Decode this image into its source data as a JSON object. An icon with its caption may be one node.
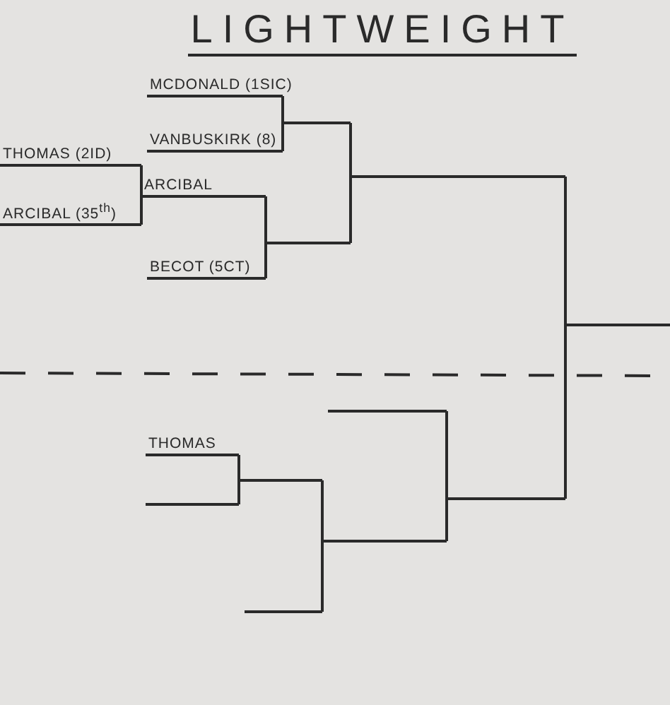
{
  "diagram": {
    "title": "LIGHTWEIGHT",
    "nodes": [
      {
        "text": [
          "THOMAS (2ID)"
        ]
      },
      {
        "text": [
          "ARCIBAL (35$^{th}$)"
        ]
      },
      {
        "text": [
          "MCDONALD (1SIC)"
        ]
      },
      {
        "text": [
          "VANBUSKIRK (8)"
        ]
      },
      {
        "text": [
          "ARCIBAL"
        ]
      },
      {
        "text": [
          "BECOT (5CT)"
        ]
      },
      {
        "text": [],
        "shape": "line"
      },
      {
        "text": [],
        "shape": "line"
      },
      {
        "text": [],
        "shape": "line"
      },
      {
        "text": [
          "THOMAS"
        ]
      },
      {
        "text": [],
        "shape": "line"
      },
      {
        "text": [],
        "shape": "line"
      },
      {
        "text": [],
        "shape": "line"
      },
      {
        "text": [],
        "shape": "line"
      },
      {
        "text": [],
        "shape": "line"
      },
      {
        "text": [],
        "shape": "line"
      },
      {
        "text": [],
        "shape": "line"
      }
    ],
    "edges": [
      {
        "from": 0,
        "to": 4,
        "arrow": "none"
      },
      {
        "from": 1,
        "to": 4,
        "arrow": "none"
      },
      {
        "from": 2,
        "to": 6,
        "arrow": "none"
      },
      {
        "from": 3,
        "to": 6,
        "arrow": "none"
      },
      {
        "from": 4,
        "to": 7,
        "arrow": "none"
      },
      {
        "from": 5,
        "to": 7,
        "arrow": "none"
      },
      {
        "from": 6,
        "to": 8,
        "arrow": "none"
      },
      {
        "from": 7,
        "to": 8,
        "arrow": "none"
      },
      {
        "from": 8,
        "to": 16,
        "arrow": "none"
      },
      {
        "from": 15,
        "to": 16,
        "arrow": "none"
      },
      {
        "from": 9,
        "to": 11,
        "arrow": "none"
      },
      {
        "from": 10,
        "to": 11,
        "arrow": "none"
      },
      {
        "from": 11,
        "to": 14,
        "arrow": "none"
      },
      {
        "from": 12,
        "to": 14,
        "arrow": "none"
      },
      {
        "from": 13,
        "to": 15,
        "arrow": "none"
      },
      {
        "from": 14,
        "to": 15,
        "arrow": "none"
      }
    ]
  }
}
